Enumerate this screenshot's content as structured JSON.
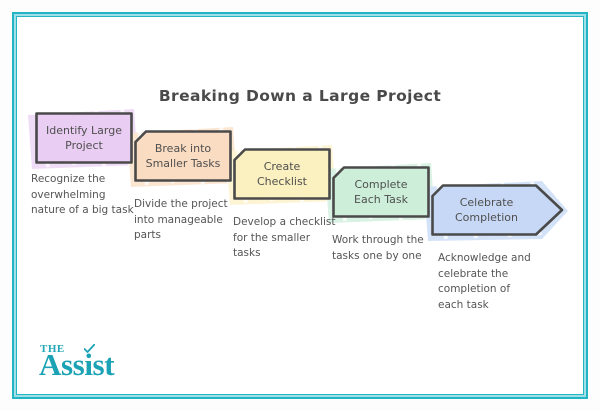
{
  "page": {
    "title": "Breaking Down a Large Project",
    "brand": {
      "the": "THE",
      "name": "Assist",
      "icon": "check-tick-icon",
      "color": "#1ba3b5"
    },
    "border_color": "#23b5c4",
    "background": "#ffffff"
  },
  "chart_data": {
    "type": "process-flow",
    "title": "Breaking Down a Large Project",
    "orientation": "horizontal-descending-arrow-chain",
    "steps": [
      {
        "index": 1,
        "label": "Identify Large\nProject",
        "caption": "Recognize the overwhelming nature of a big task",
        "color": "#e9cdf3",
        "shadow": "#efdcf6",
        "shape": "box"
      },
      {
        "index": 2,
        "label": "Break into\nSmaller Tasks",
        "caption": "Divide the project into manageable parts",
        "color": "#fadcc2",
        "shadow": "#fbe6d2",
        "shape": "box"
      },
      {
        "index": 3,
        "label": "Create\nChecklist",
        "caption": "Develop a checklist for the smaller tasks",
        "color": "#fbf0bf",
        "shadow": "#fcf4d2",
        "shape": "box"
      },
      {
        "index": 4,
        "label": "Complete\nEach Task",
        "caption": "Work through the tasks one by one",
        "color": "#cdefd9",
        "shadow": "#d9f2e3",
        "shape": "box"
      },
      {
        "index": 5,
        "label": "Celebrate\nCompletion",
        "caption": "Acknowledge and celebrate the completion of each task",
        "color": "#c6d8f5",
        "shadow": "#d4e2f8",
        "shape": "arrow"
      }
    ]
  },
  "steps": {
    "s1": {
      "label": "Identify Large Project",
      "line1": "Identify Large",
      "line2": "Project",
      "caption": "Recognize the overwhelming nature of a big task"
    },
    "s2": {
      "label": "Break into Smaller Tasks",
      "line1": "Break into",
      "line2": "Smaller Tasks",
      "caption": "Divide the project into manageable parts"
    },
    "s3": {
      "label": "Create Checklist",
      "line1": "Create",
      "line2": "Checklist",
      "caption": "Develop a checklist for the smaller tasks"
    },
    "s4": {
      "label": "Complete Each Task",
      "line1": "Complete",
      "line2": "Each Task",
      "caption": "Work through the tasks one by one"
    },
    "s5": {
      "label": "Celebrate Completion",
      "line1": "Celebrate",
      "line2": "Completion",
      "caption": "Acknowledge and celebrate the completion of each task"
    }
  }
}
